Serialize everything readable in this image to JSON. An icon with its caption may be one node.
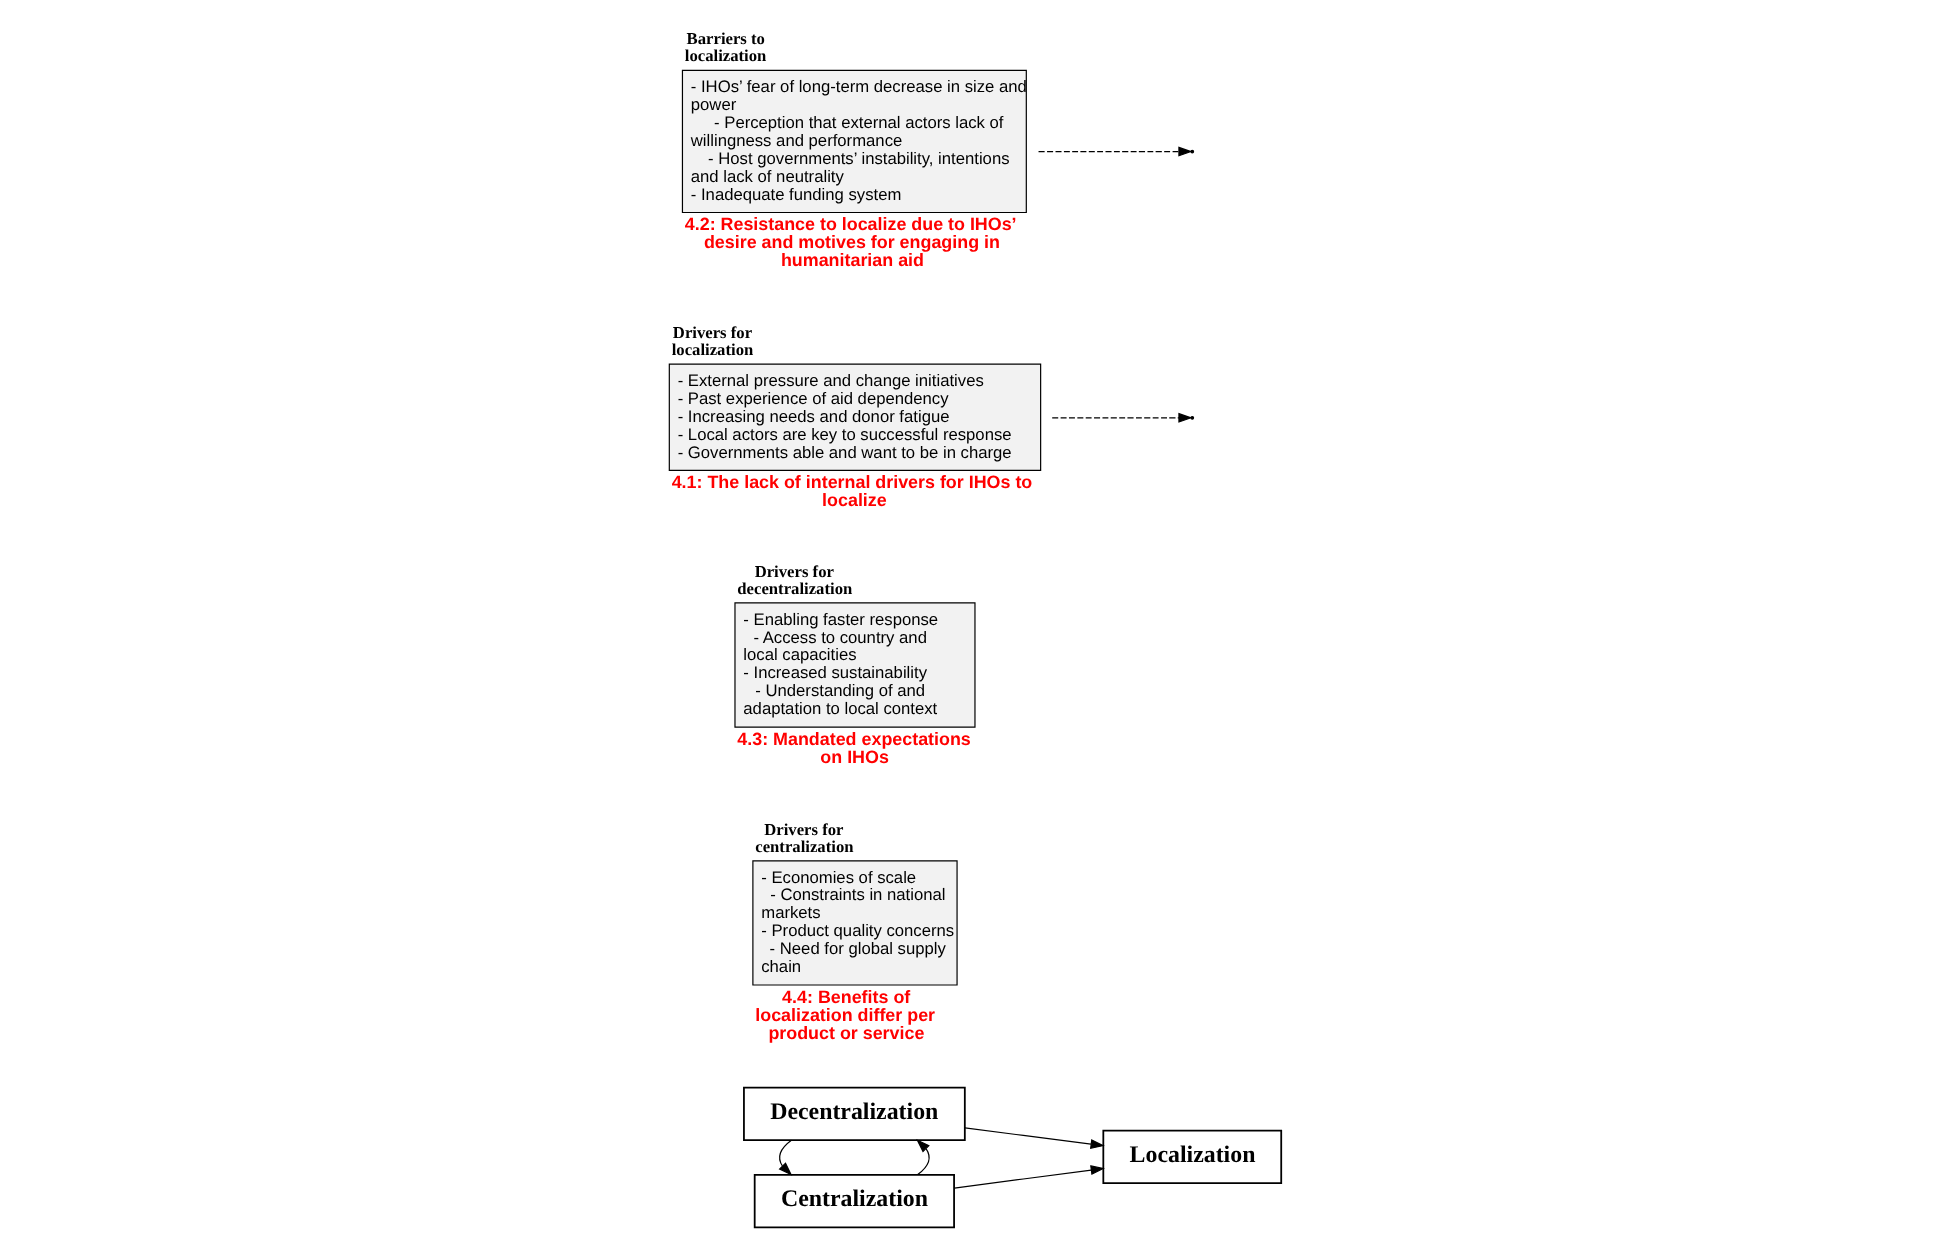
{
  "diagram": {
    "nodes": [
      {
        "text": [
          "Centralization"
        ]
      },
      {
        "text": [
          "Decentralization"
        ]
      },
      {
        "text": [
          "Localization"
        ]
      },
      {
        "text": [
          "Drivers for centralization",
          "- Economies of scale",
          "- Constraints in national markets",
          "- Product quality concerns",
          "- Need for global supply chain"
        ],
        "beside": [
          "4.4: Benefits of localization differ per product or service"
        ]
      },
      {
        "text": [
          "Drivers for decentralization",
          "- Enabling faster response",
          "- Access to country and local capacities",
          "- Increased sustainability",
          "- Understanding of and adaptation to local context"
        ],
        "beside": [
          "4.3: Mandated expectations on IHOs"
        ]
      },
      {
        "text": [
          "Drivers for localization",
          "- External pressure and change initiatives",
          "- Past experience of aid dependency",
          "- Increasing needs and donor fatigue",
          "- Local actors are key to successful response",
          "- Governments able and want to be in charge"
        ],
        "beside": [
          "4.1: The lack of internal drivers for IHOs to localize"
        ]
      },
      {
        "text": [
          "Barriers to localization",
          "- IHOs’ fear of long-term decrease in size and power",
          "- Perception that external actors lack of willingness and performance",
          "- Host governments’ instability, intentions and lack of neutrality",
          "- Inadequate funding system"
        ],
        "beside": [
          "4.2: Resistance to localize due to IHOs’ desire and motives for engaging in humanitarian aid"
        ]
      }
    ],
    "edges": [
      {
        "from": 0,
        "to": 1,
        "arrow": "to"
      },
      {
        "from": 1,
        "to": 0,
        "arrow": "to"
      },
      {
        "from": 0,
        "to": 2,
        "arrow": "to"
      },
      {
        "from": 1,
        "to": 2,
        "arrow": "to"
      },
      {
        "from": 5,
        "to": null,
        "arrow": "to",
        "style": "dashed"
      },
      {
        "from": 6,
        "to": null,
        "arrow": "to",
        "style": "dashed"
      }
    ]
  }
}
